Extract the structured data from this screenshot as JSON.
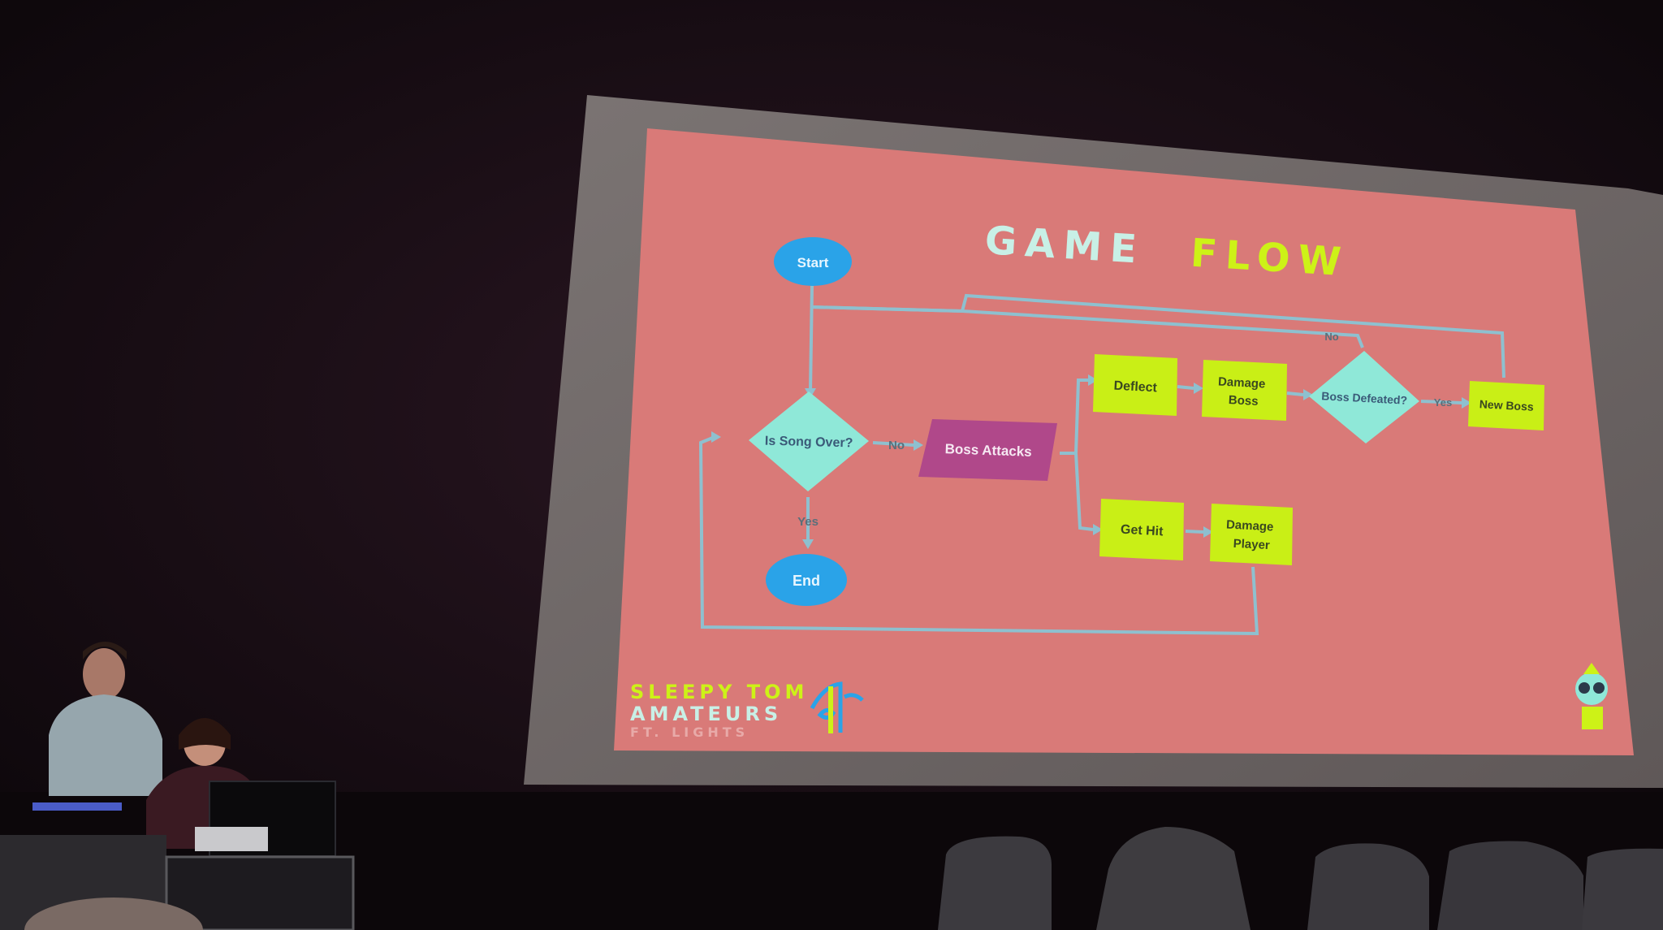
{
  "slide": {
    "title_part1": "GAME",
    "title_part2": "FLOW",
    "nodes": {
      "start": "Start",
      "is_song_over": "Is Song Over?",
      "boss_attacks": "Boss Attacks",
      "deflect": "Deflect",
      "damage_boss_1": "Damage",
      "damage_boss_2": "Boss",
      "boss_defeated": "Boss Defeated?",
      "new_boss": "New Boss",
      "get_hit": "Get Hit",
      "damage_player_1": "Damage",
      "damage_player_2": "Player",
      "end": "End"
    },
    "edge_labels": {
      "no_song": "No",
      "yes_song": "Yes",
      "yes_boss": "Yes",
      "no_boss": "No"
    },
    "logo": {
      "line1": "SLEEPY TOM",
      "line2": "AMATEURS",
      "line3": "FT. LIGHTS"
    },
    "colors": {
      "slide_bg": "#d97a78",
      "title_white": "#c8f0e6",
      "title_green": "#cdf217",
      "oval_blue": "#2aa3e8",
      "diamond_mint": "#8fe8d8",
      "process_purple": "#b0488a",
      "process_lime": "#c9ef16",
      "connector": "#8ec0cf"
    }
  }
}
